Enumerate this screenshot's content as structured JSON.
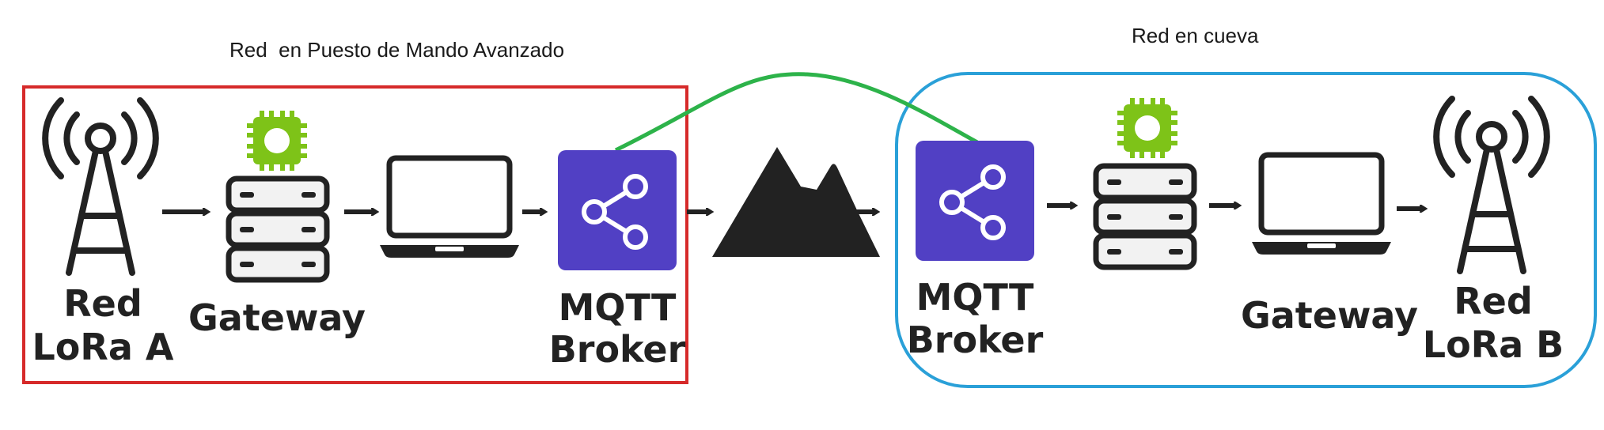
{
  "title_left": "Red  en Puesto de Mando Avanzado",
  "title_right": "Red en cueva",
  "left_group": {
    "tower_label_1": "Red",
    "tower_label_2": "LoRa A",
    "gateway_label": "Gateway",
    "broker_label_1": "MQTT",
    "broker_label_2": "Broker"
  },
  "right_group": {
    "broker_label_1": "MQTT",
    "broker_label_2": "Broker",
    "gateway_label": "Gateway",
    "tower_label_1": "Red",
    "tower_label_2": "LoRa B"
  },
  "icons": [
    "antenna-tower-icon",
    "server-icon",
    "chip-icon",
    "laptop-icon",
    "share-icon",
    "mountain-icon",
    "arrow-right-icon"
  ],
  "colors": {
    "left_border": "#d62a2a",
    "right_border": "#2aa0d8",
    "link_line": "#2db34a",
    "broker": "#5140c4",
    "chip": "#7ec318",
    "dark": "#222222"
  }
}
